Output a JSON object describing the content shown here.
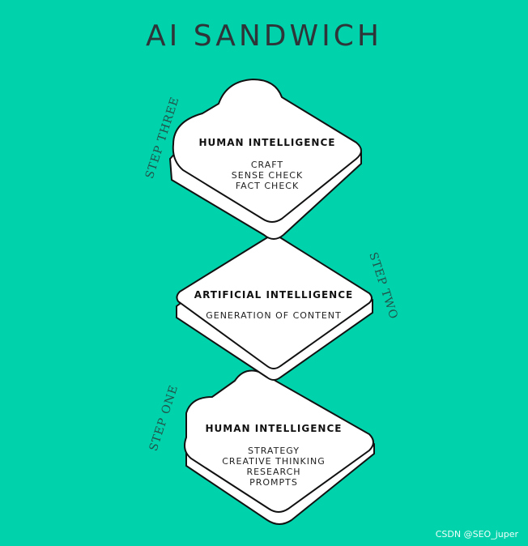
{
  "title": "AI SANDWICH",
  "layers": [
    {
      "step": "STEP THREE",
      "heading": "HUMAN INTELLIGENCE",
      "items": [
        "CRAFT",
        "SENSE CHECK",
        "FACT CHECK"
      ]
    },
    {
      "step": "STEP TWO",
      "heading": "ARTIFICIAL INTELLIGENCE",
      "items": [
        "GENERATION OF CONTENT"
      ]
    },
    {
      "step": "STEP ONE",
      "heading": "HUMAN INTELLIGENCE",
      "items": [
        "STRATEGY",
        "CREATIVE THINKING",
        "RESEARCH",
        "PROMPTS"
      ]
    }
  ],
  "watermark": "CSDN @SEO_juper",
  "colors": {
    "background": "#00d2ab",
    "slice": "#ffffff",
    "outline": "#111111"
  }
}
